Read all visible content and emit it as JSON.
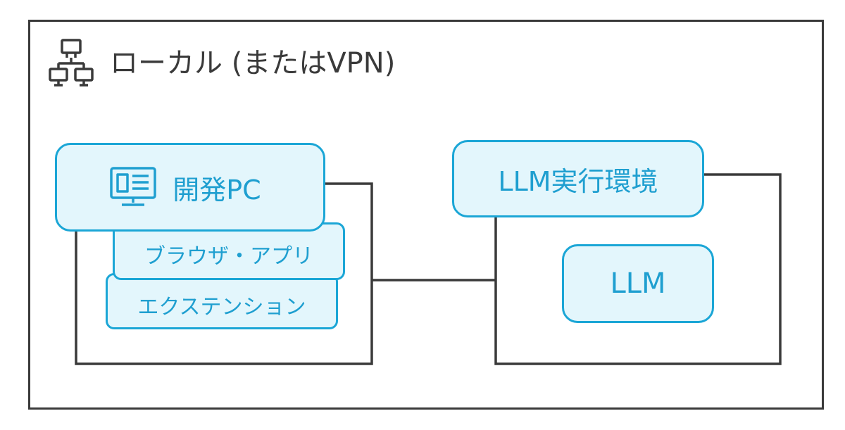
{
  "boundary": {
    "title": "ローカル (またはVPN)",
    "icon": "network-icon"
  },
  "nodes": {
    "dev_pc": {
      "label": "開発PC",
      "icon": "monitor-icon"
    },
    "browser_app": {
      "label": "ブラウザ・アプリ"
    },
    "extension": {
      "label": "エクステンション"
    },
    "llm_env": {
      "label": "LLM実行環境"
    },
    "llm": {
      "label": "LLM"
    }
  },
  "colors": {
    "node_fill": "#e3f6fc",
    "node_border": "#1ba6d6",
    "node_text": "#1f9fd0",
    "line": "#3a3a3a"
  }
}
